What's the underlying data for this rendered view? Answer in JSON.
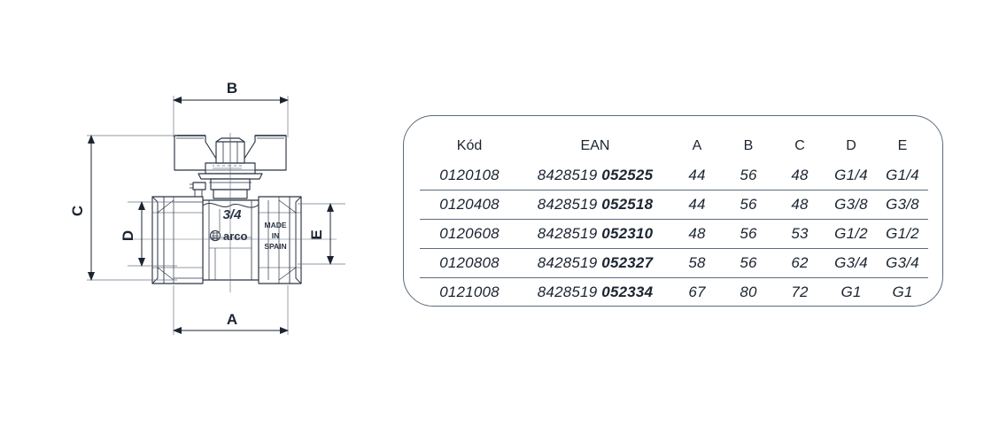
{
  "drawing": {
    "title": "ball-valve-technical-drawing",
    "dimension_labels": {
      "a": "A",
      "b": "B",
      "c": "C",
      "d": "D",
      "e": "E"
    },
    "body_markings": {
      "size": "3/4",
      "brand": "arco",
      "origin_line1": "MADE",
      "origin_line2": "IN",
      "origin_line3": "SPAIN"
    },
    "line_color": "#2b3444"
  },
  "table": {
    "headers": [
      "Kód",
      "EAN",
      "A",
      "B",
      "C",
      "D",
      "E"
    ],
    "rows": [
      {
        "kod": "0120108",
        "ean_prefix": "8428519",
        "ean_suffix": "052525",
        "a": "44",
        "b": "56",
        "c": "48",
        "d": "G1/4",
        "e": "G1/4"
      },
      {
        "kod": "0120408",
        "ean_prefix": "8428519",
        "ean_suffix": "052518",
        "a": "44",
        "b": "56",
        "c": "48",
        "d": "G3/8",
        "e": "G3/8"
      },
      {
        "kod": "0120608",
        "ean_prefix": "8428519",
        "ean_suffix": "052310",
        "a": "48",
        "b": "56",
        "c": "53",
        "d": "G1/2",
        "e": "G1/2"
      },
      {
        "kod": "0120808",
        "ean_prefix": "8428519",
        "ean_suffix": "052327",
        "a": "58",
        "b": "56",
        "c": "62",
        "d": "G3/4",
        "e": "G3/4"
      },
      {
        "kod": "0121008",
        "ean_prefix": "8428519",
        "ean_suffix": "052334",
        "a": "67",
        "b": "80",
        "c": "72",
        "d": "G1",
        "e": "G1"
      }
    ],
    "border_color": "#5b6b7c"
  }
}
